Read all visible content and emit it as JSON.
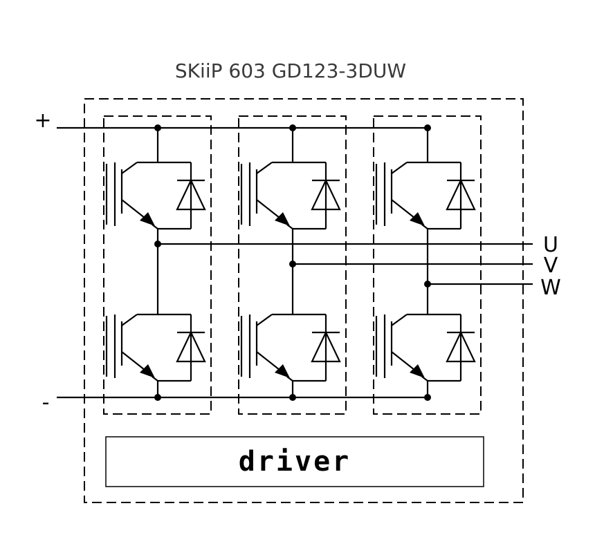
{
  "title": "SKiiP 603 GD123-3DUW",
  "terminals": {
    "plus": "+",
    "minus": "-",
    "u": "U",
    "v": "V",
    "w": "W"
  },
  "driver_label": "driver",
  "phases": [
    "U",
    "V",
    "W"
  ]
}
